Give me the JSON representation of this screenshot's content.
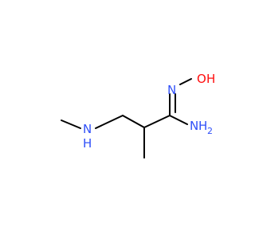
{
  "molecule": {
    "atoms": [
      {
        "id": "hydroxyl",
        "label": "O",
        "suffix": "H",
        "color": "#ff0d0d"
      },
      {
        "id": "imine-n",
        "label": "N",
        "color": "#3050f8"
      },
      {
        "id": "amine-nh",
        "label": "N",
        "suffix": "H",
        "color": "#3050f8"
      },
      {
        "id": "amide-nh2",
        "label": "N",
        "suffix": "H",
        "subscript": "2",
        "color": "#3050f8"
      }
    ],
    "bond_color": "#000000"
  }
}
